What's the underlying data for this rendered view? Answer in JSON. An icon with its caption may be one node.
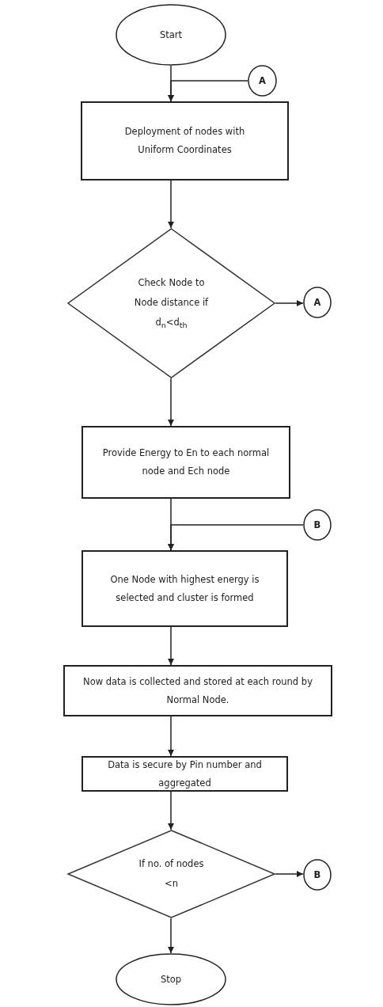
{
  "diagram": {
    "nodes": [
      {
        "text": [
          "Start"
        ]
      },
      {
        "text": [
          "A"
        ]
      },
      {
        "text": [
          "Deployment of nodes with Uniform Coordinates"
        ]
      },
      {
        "text": [
          "Check Node to Node distance if d$_{n}$<d$_{th}$"
        ]
      },
      {
        "text": [
          "A"
        ]
      },
      {
        "text": [
          "Provide Energy to En to each normal node and Ech node"
        ]
      },
      {
        "text": [
          "B"
        ]
      },
      {
        "text": [
          "One Node with highest energy is selected and cluster is formed"
        ]
      },
      {
        "text": [
          "Now data is collected and stored at each round by Normal Node."
        ]
      },
      {
        "text": [
          "Data is secure by Pin number and aggregated"
        ]
      },
      {
        "text": [
          "If no. of nodes <n"
        ]
      },
      {
        "text": [
          "B"
        ]
      },
      {
        "text": [
          "Stop"
        ]
      }
    ],
    "edges": [
      {
        "from": 0,
        "to": 2,
        "arrow": "to"
      },
      {
        "from": 1,
        "to": 2,
        "arrow": "to"
      },
      {
        "from": 2,
        "to": 3,
        "arrow": "to"
      },
      {
        "from": 3,
        "to": 4,
        "arrow": "to"
      },
      {
        "from": 3,
        "to": 5,
        "arrow": "to"
      },
      {
        "from": 5,
        "to": 7,
        "arrow": "to"
      },
      {
        "from": 6,
        "to": 7,
        "arrow": "to"
      },
      {
        "from": 7,
        "to": 8,
        "arrow": "to"
      },
      {
        "from": 8,
        "to": 9,
        "arrow": "to"
      },
      {
        "from": 9,
        "to": 10,
        "arrow": "to"
      },
      {
        "from": 10,
        "to": 11,
        "arrow": "to"
      },
      {
        "from": 10,
        "to": 12,
        "arrow": "to"
      }
    ]
  }
}
